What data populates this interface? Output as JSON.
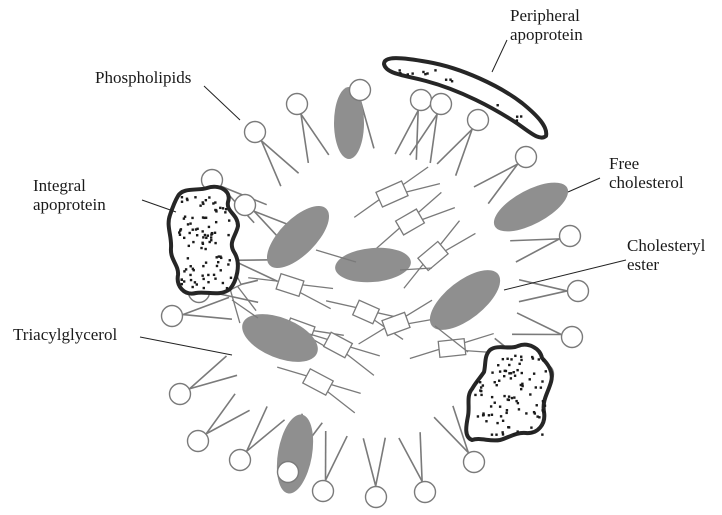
{
  "labels": {
    "peripheral_apoprotein": [
      "Peripheral",
      "apoprotein"
    ],
    "phospholipids": "Phospholipids",
    "integral_apoprotein": [
      "Integral",
      "apoprotein"
    ],
    "free_cholesterol": [
      "Free",
      "cholesterol"
    ],
    "cholesteryl_ester": [
      "Cholesteryl",
      "ester"
    ],
    "triacylglycerol": "Triacylglycerol"
  },
  "colors": {
    "outline": "#7a7a7a",
    "head_fill": "#ffffff",
    "cholesterol_fill": "#8f8f8f",
    "protein_outline": "#262626",
    "protein_dots": "#1a1a1a",
    "leader_line": "#222222"
  }
}
